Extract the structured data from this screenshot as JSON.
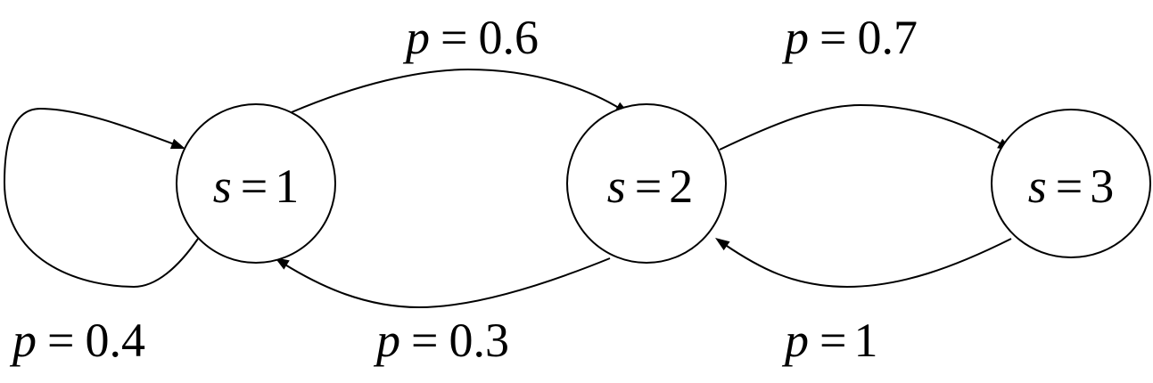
{
  "diagram": {
    "states": [
      {
        "id": "s1",
        "var": "s",
        "eq": "=",
        "value": "1"
      },
      {
        "id": "s2",
        "var": "s",
        "eq": "=",
        "value": "2"
      },
      {
        "id": "s3",
        "var": "s",
        "eq": "=",
        "value": "3"
      }
    ],
    "transitions": [
      {
        "id": "t11",
        "from": "s1",
        "to": "s1",
        "var": "p",
        "eq": "=",
        "value": "0.4"
      },
      {
        "id": "t12",
        "from": "s1",
        "to": "s2",
        "var": "p",
        "eq": "=",
        "value": "0.6"
      },
      {
        "id": "t21",
        "from": "s2",
        "to": "s1",
        "var": "p",
        "eq": "=",
        "value": "0.3"
      },
      {
        "id": "t23",
        "from": "s2",
        "to": "s3",
        "var": "p",
        "eq": "=",
        "value": "0.7"
      },
      {
        "id": "t32",
        "from": "s3",
        "to": "s2",
        "var": "p",
        "eq": "=",
        "value": "1"
      }
    ],
    "colors": {
      "stroke": "#000000",
      "background": "#ffffff"
    }
  }
}
